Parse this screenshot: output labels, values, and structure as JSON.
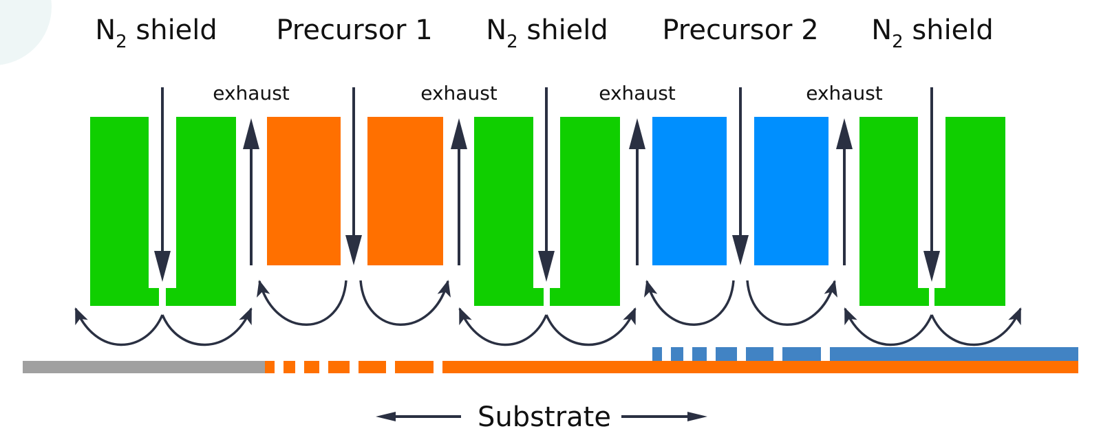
{
  "headers": [
    {
      "main": "N",
      "sub": "2",
      "rest": " shield"
    },
    {
      "main": "Precursor 1"
    },
    {
      "main": "N",
      "sub": "2",
      "rest": " shield"
    },
    {
      "main": "Precursor 2"
    },
    {
      "main": "N",
      "sub": "2",
      "rest": " shield"
    }
  ],
  "exhaust_labels": [
    "exhaust",
    "exhaust",
    "exhaust",
    "exhaust"
  ],
  "substrate_label": "Substrate",
  "colors": {
    "n2_shield": "#10cf00",
    "precursor_1": "#ff7000",
    "precursor_2": "#008ffe",
    "substrate": "#a0a0a0",
    "precursor_1_layer": "#ff7000",
    "precursor_2_layer": "#4183c4",
    "arrows": "#2a3042"
  }
}
